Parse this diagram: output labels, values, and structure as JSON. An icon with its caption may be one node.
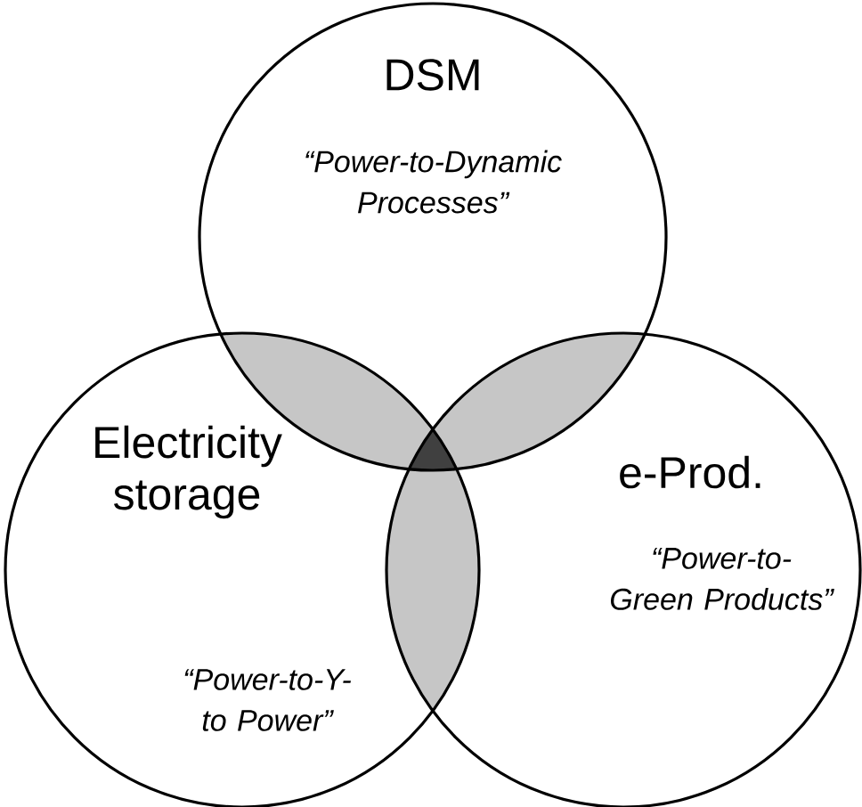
{
  "diagram": {
    "nodes": [
      {
        "text": [
          "DSM",
          "“Power-to-Dynamic Processes”"
        ]
      },
      {
        "text": [
          "Electricity storage",
          "“Power-to-Y-to Power”"
        ]
      },
      {
        "text": [
          "e-Prod.",
          "“Power-to-Green Products”"
        ]
      }
    ]
  }
}
